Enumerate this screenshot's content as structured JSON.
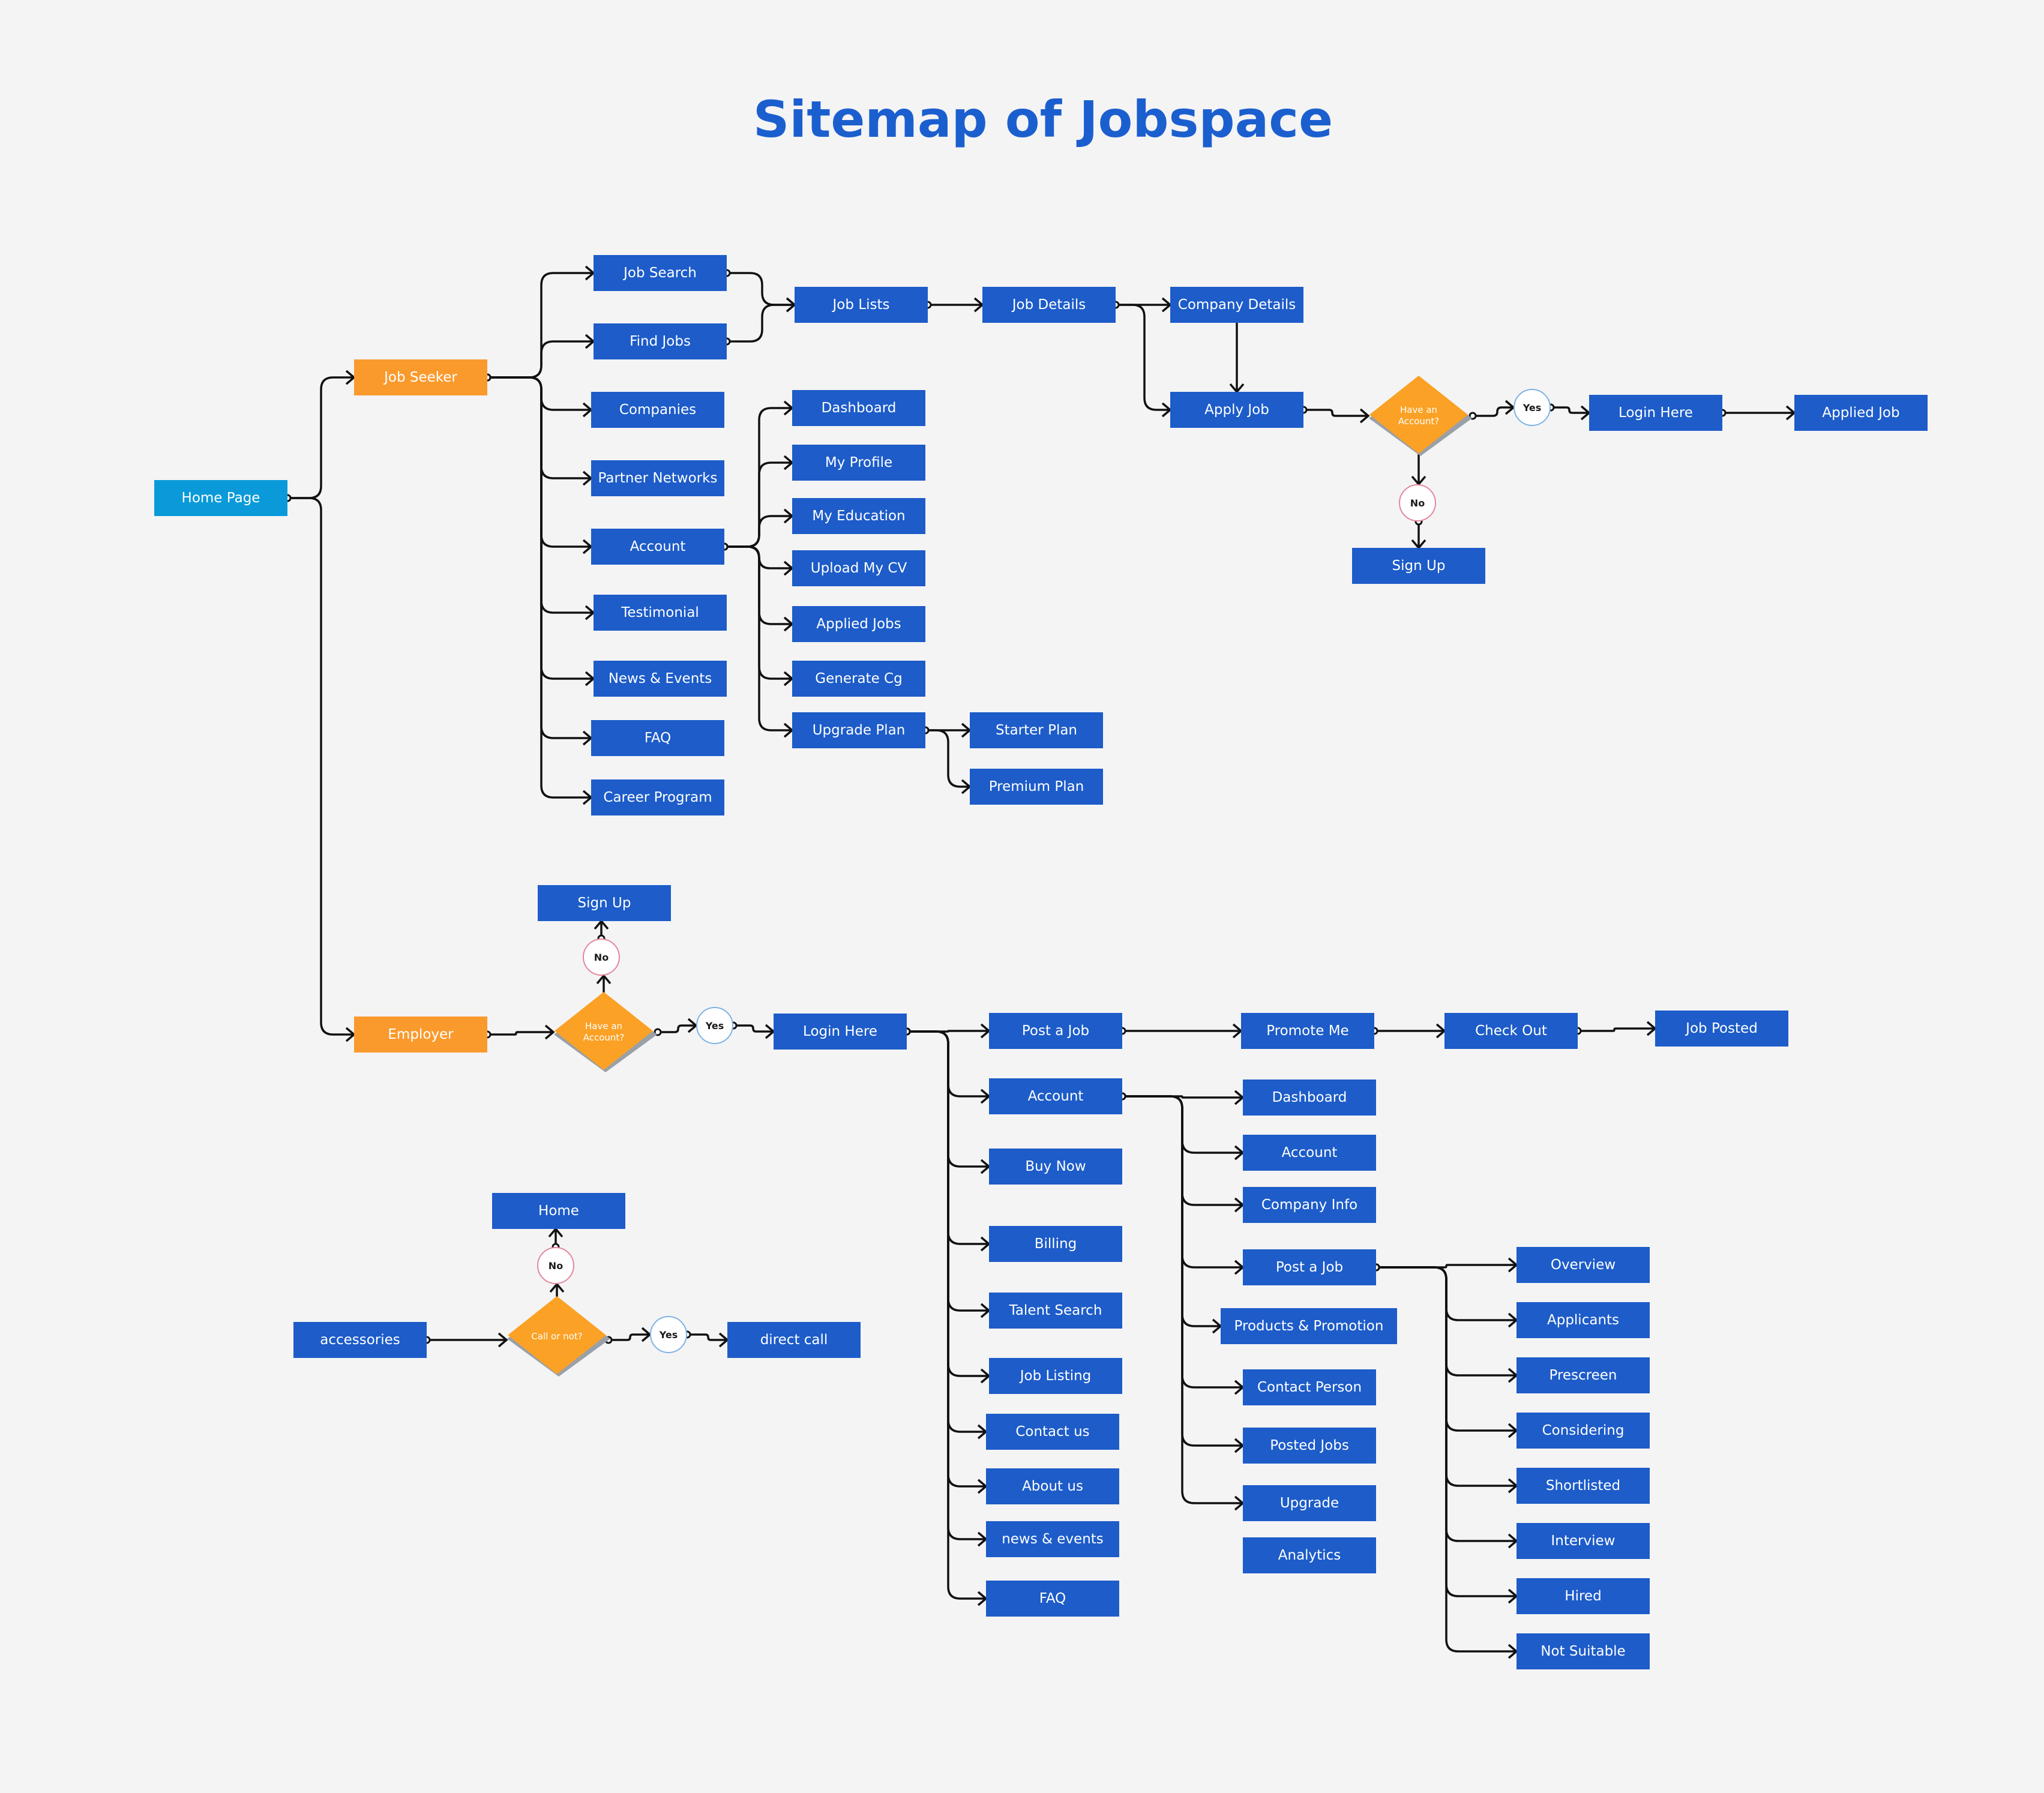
{
  "title": "Sitemap of Jobspace",
  "colors": {
    "primary": "#1d5cc9",
    "section": "#fa9a2d",
    "root": "#0a9ad9",
    "title": "#1b5fcf"
  },
  "nodes": {
    "home_page": "Home Page",
    "job_seeker": "Job Seeker",
    "employer": "Employer",
    "js_job_search": "Job Search",
    "js_find_jobs": "Find Jobs",
    "js_companies": "Companies",
    "js_partner_networks": "Partner Networks",
    "js_account": "Account",
    "js_testimonial": "Testimonial",
    "js_news_events": "News & Events",
    "js_faq": "FAQ",
    "js_career_program": "Career Program",
    "js_job_lists": "Job Lists",
    "js_job_details": "Job Details",
    "js_company_details": "Company Details",
    "js_apply_job": "Apply Job",
    "js_login_here": "Login Here",
    "js_applied_job": "Applied Job",
    "js_sign_up": "Sign Up",
    "js_acc_dashboard": "Dashboard",
    "js_acc_my_profile": "My Profile",
    "js_acc_my_education": "My Education",
    "js_acc_upload_cv": "Upload My CV",
    "js_acc_applied_jobs": "Applied Jobs",
    "js_acc_generate_cg": "Generate Cg",
    "js_acc_upgrade_plan": "Upgrade Plan",
    "js_starter_plan": "Starter Plan",
    "js_premium_plan": "Premium Plan",
    "em_sign_up": "Sign Up",
    "em_login_here": "Login Here",
    "em_post_a_job": "Post a Job",
    "em_promote_me": "Promote Me",
    "em_check_out": "Check Out",
    "em_job_posted": "Job Posted",
    "em_account": "Account",
    "em_buy_now": "Buy Now",
    "em_billing": "Billing",
    "em_talent_search": "Talent Search",
    "em_job_listing": "Job Listing",
    "em_contact_us": "Contact us",
    "em_about_us": "About us",
    "em_news_events": "news & events",
    "em_faq": "FAQ",
    "em_acc_dashboard": "Dashboard",
    "em_acc_account": "Account",
    "em_acc_company_info": "Company Info",
    "em_acc_post_a_job": "Post a Job",
    "em_acc_products_promotion": "Products & Promotion",
    "em_acc_contact_person": "Contact Person",
    "em_acc_posted_jobs": "Posted Jobs",
    "em_acc_upgrade": "Upgrade",
    "em_acc_analytics": "Analytics",
    "pj_overview": "Overview",
    "pj_applicants": "Applicants",
    "pj_prescreen": "Prescreen",
    "pj_considering": "Considering",
    "pj_shortlisted": "Shortlisted",
    "pj_interview": "Interview",
    "pj_hired": "Hired",
    "pj_not_suitable": "Not Suitable",
    "acc_accessories": "accessories",
    "acc_home": "Home",
    "acc_direct_call": "direct call"
  },
  "decisions": {
    "js_have_account": [
      "Have an",
      "Account?"
    ],
    "em_have_account": [
      "Have an",
      "Account?"
    ],
    "call_or_not": [
      "Call or not?"
    ]
  },
  "answers": {
    "yes": "Yes",
    "no": "No"
  }
}
